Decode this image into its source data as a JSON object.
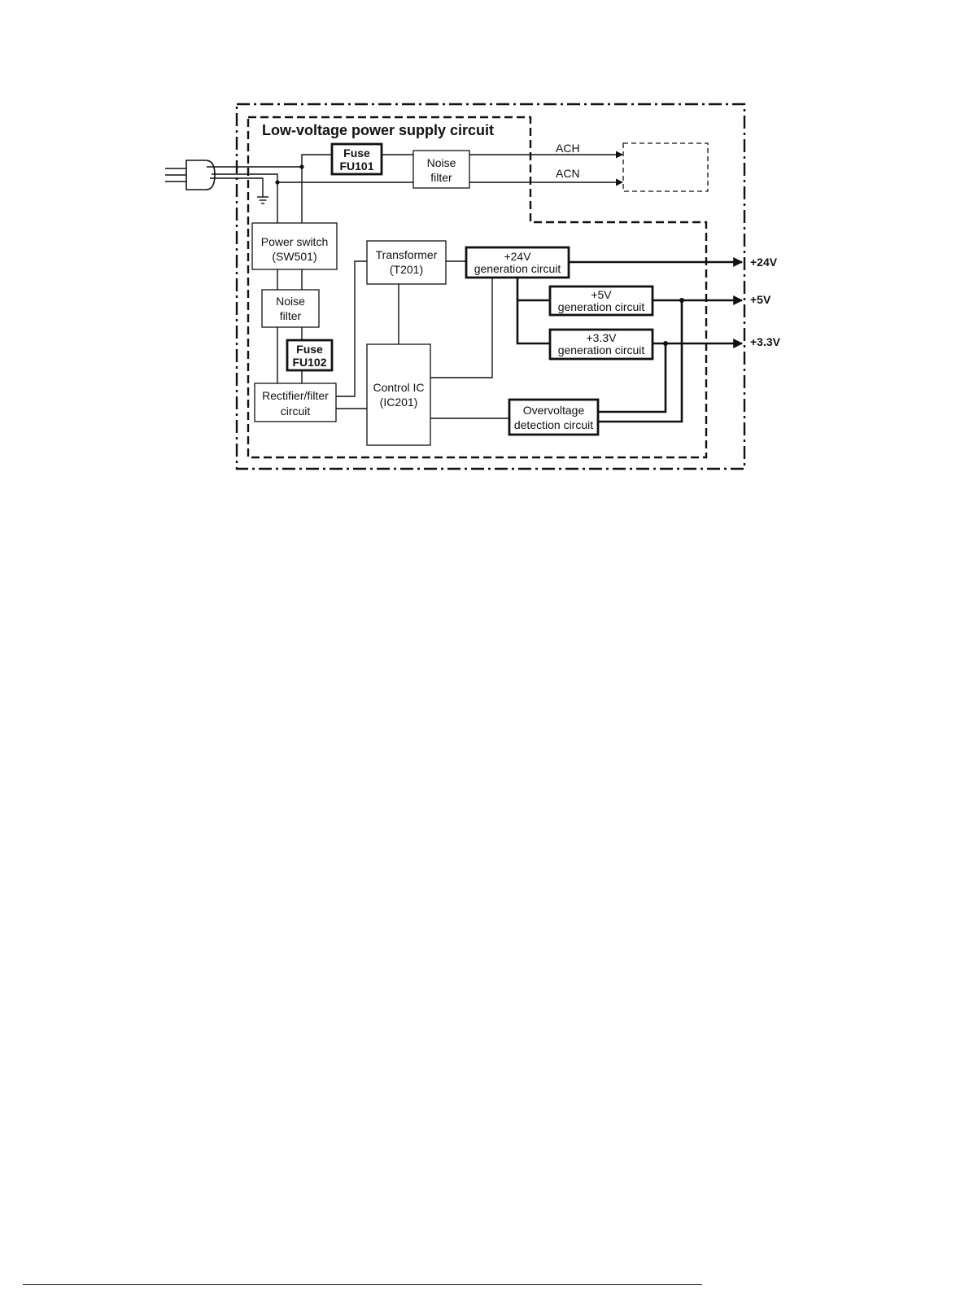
{
  "diagram": {
    "title": "Low-voltage power supply circuit",
    "fuse1": {
      "line1": "Fuse",
      "line2": "FU101"
    },
    "noise_filter_top": {
      "line1": "Noise",
      "line2": "filter"
    },
    "ach": "ACH",
    "acn": "ACN",
    "power_switch": {
      "line1": "Power switch",
      "line2": "(SW501)"
    },
    "noise_filter_left": {
      "line1": "Noise",
      "line2": "filter"
    },
    "fuse2": {
      "line1": "Fuse",
      "line2": "FU102"
    },
    "rectifier": {
      "line1": "Rectifier/filter",
      "line2": "circuit"
    },
    "transformer": {
      "line1": "Transformer",
      "line2": "(T201)"
    },
    "control_ic": {
      "line1": "Control IC",
      "line2": "(IC201)"
    },
    "gen24": {
      "line1": "+24V",
      "line2": "generation circuit"
    },
    "gen5": {
      "line1": "+5V",
      "line2": "generation circuit"
    },
    "gen33": {
      "line1": "+3.3V",
      "line2": "generation circuit"
    },
    "overvoltage": {
      "line1": "Overvoltage",
      "line2": "detection circuit"
    },
    "outputs": {
      "v24": "+24V",
      "v5": "+5V",
      "v33": "+3.3V"
    }
  }
}
